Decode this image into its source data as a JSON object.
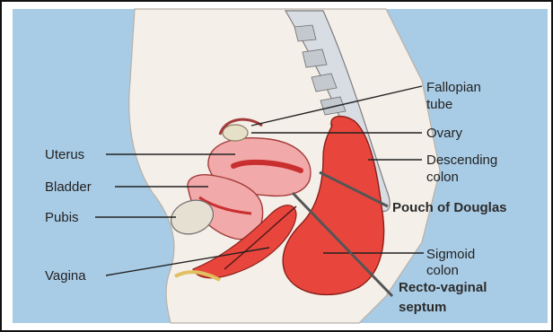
{
  "diagram": {
    "colors": {
      "background": "#ffffff",
      "border": "#111111",
      "blue_panel": "#a9cce6",
      "body_fill": "#f4efe8",
      "organ_red": "#e8463c",
      "organ_pink": "#f2a9a9",
      "spine_fill": "#d8dde3",
      "leader": "#222222",
      "bold_leader": "#555555"
    },
    "labels": {
      "fallopian_tube_line1": "Fallopian",
      "fallopian_tube_line2": "tube",
      "ovary": "Ovary",
      "descending_colon_line1": "Descending",
      "descending_colon_line2": "colon",
      "uterus": "Uterus",
      "bladder": "Bladder",
      "pubis": "Pubis",
      "pouch_of_douglas": "Pouch of Douglas",
      "sigmoid_colon_line1": "Sigmoid",
      "sigmoid_colon_line2": "colon",
      "vagina": "Vagina",
      "recto_vaginal_septum_line1": "Recto-vaginal",
      "recto_vaginal_septum_line2": "septum"
    }
  }
}
